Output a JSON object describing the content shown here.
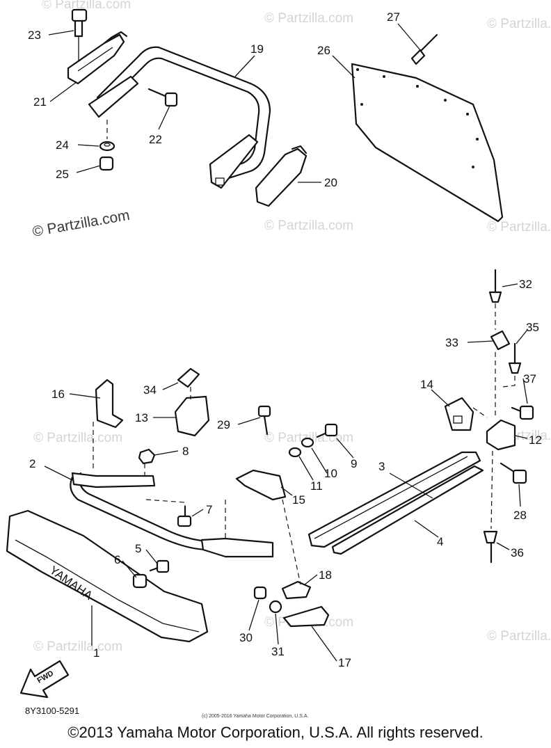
{
  "watermark": "© Partzilla.com",
  "callouts": {
    "c1": "1",
    "c2": "2",
    "c3": "3",
    "c4": "4",
    "c5": "5",
    "c6": "6",
    "c7": "7",
    "c8": "8",
    "c9": "9",
    "c10": "10",
    "c11": "11",
    "c12": "12",
    "c13": "13",
    "c14": "14",
    "c15": "15",
    "c16": "16",
    "c17": "17",
    "c18": "18",
    "c19": "19",
    "c20": "20",
    "c21": "21",
    "c22": "22",
    "c23": "23",
    "c24": "24",
    "c25": "25",
    "c26": "26",
    "c27": "27",
    "c28": "28",
    "c29": "29",
    "c30": "30",
    "c31": "31",
    "c32": "32",
    "c33": "33",
    "c34": "34",
    "c35": "35",
    "c36": "36",
    "c37": "37"
  },
  "bumper_text": "YAMAHA",
  "front_arrow": "FWD",
  "diagram_code": "8Y3100-5291",
  "small_copyright": "(c) 2005-2016 Yamaha Motor Corporation, U.S.A.",
  "footer_copyright": "©2013 Yamaha Motor Corporation, U.S.A. All rights reserved."
}
